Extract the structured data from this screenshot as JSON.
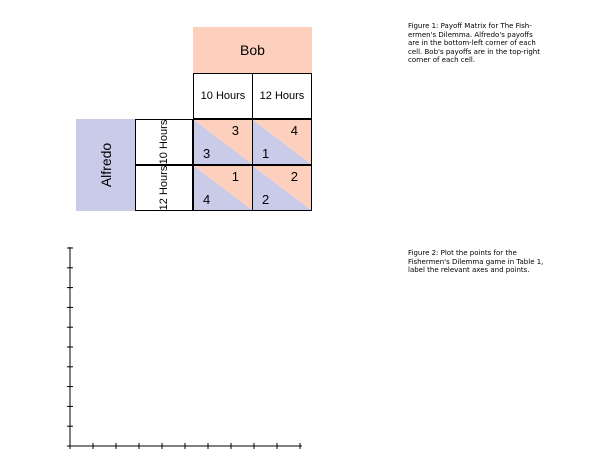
{
  "matrix": {
    "column_player": "Bob",
    "row_player": "Alfredo",
    "column_strategies": [
      "10 Hours",
      "12 Hours"
    ],
    "row_strategies": [
      "10 Hours",
      "12 Hours"
    ],
    "cells": [
      [
        {
          "alfredo": "3",
          "bob": "3"
        },
        {
          "alfredo": "1",
          "bob": "4"
        }
      ],
      [
        {
          "alfredo": "4",
          "bob": "1"
        },
        {
          "alfredo": "2",
          "bob": "2"
        }
      ]
    ],
    "colors": {
      "bob": "#fcd0bc",
      "alfredo": "#c9cbe8"
    }
  },
  "figure1_caption": [
    "Figure 1: Payoff Matrix for The Fish-",
    "ermen's Dilemma. Alfredo's payoffs",
    "are in the bottom-left corner of each",
    "cell. Bob's payoffs are in the top-right",
    "corner of each cell."
  ],
  "figure2_caption": [
    "Figure 2: Plot the points for the",
    "Fishermen's Dilemma game in Table 1,",
    "label the relevant axes and points."
  ]
}
